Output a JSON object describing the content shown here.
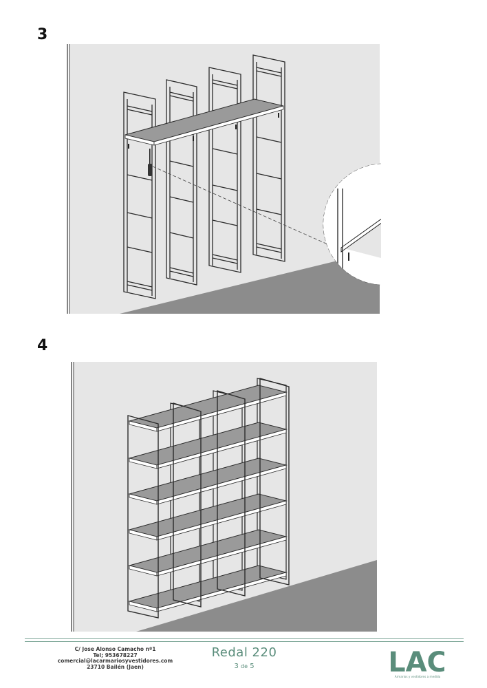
{
  "steps": [
    {
      "number": "3"
    },
    {
      "number": "4"
    }
  ],
  "footer": {
    "address_lines": [
      "C/ Jose Alonso Camacho nº1",
      "Tel; 953678227",
      "comercial@lacarmariosyvestidores.com",
      "23710 Bailén (Jaen)"
    ],
    "doc_title": "Redal 220",
    "page_current": "3",
    "page_sep": "de",
    "page_total": "5"
  },
  "logo": {
    "letters": "LAC",
    "tagline": "Armarios y vestidores a medida",
    "color": "#5a8d7b"
  },
  "colors": {
    "wall": "#e6e6e6",
    "floor": "#8c8c8c",
    "shelf": "#9a9a9a",
    "accent": "#5a8d7b"
  }
}
